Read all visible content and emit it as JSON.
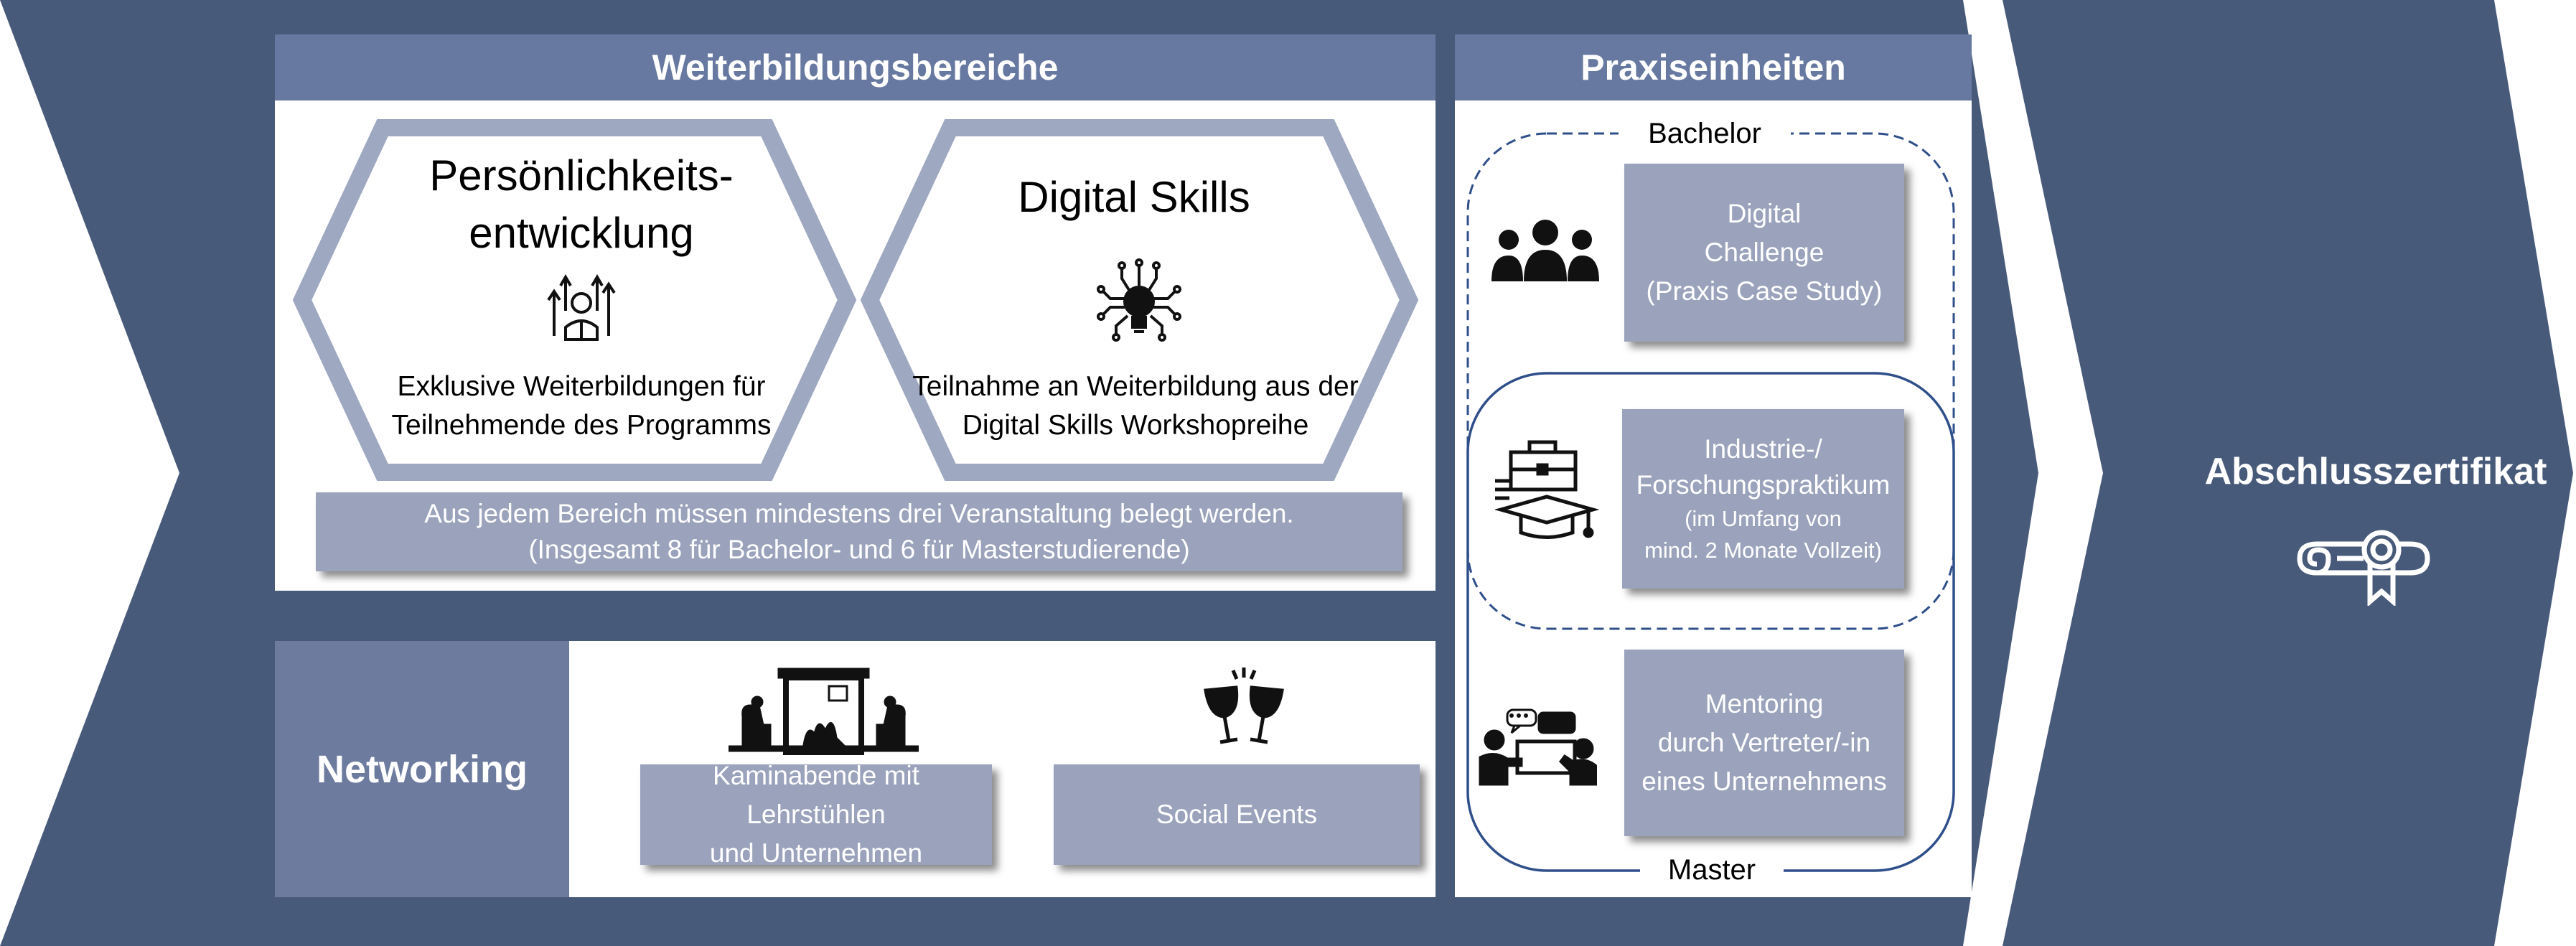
{
  "weiterbildung": {
    "title": "Weiterbildungsbereiche",
    "hex1": {
      "title_line1": "Persönlichkeits-",
      "title_line2": "entwicklung",
      "desc_line1": "Exklusive Weiterbildungen für",
      "desc_line2": "Teilnehmende des Programms"
    },
    "hex2": {
      "title": "Digital Skills",
      "desc_line1": "Teilnahme an Weiterbildung aus der",
      "desc_line2": "Digital Skills Workshopreihe"
    },
    "rule_line1": "Aus jedem Bereich müssen mindestens drei Veranstaltung belegt werden.",
    "rule_line2": "(Insgesamt 8 für Bachelor- und 6 für Masterstudierende)"
  },
  "networking": {
    "title": "Networking",
    "item1_line1": "Kaminabende mit Lehrstühlen",
    "item1_line2": "und Unternehmen",
    "item2": "Social Events"
  },
  "praxis": {
    "title": "Praxiseinheiten",
    "bachelor_label": "Bachelor",
    "master_label": "Master",
    "card1": {
      "line1": "Digital",
      "line2": "Challenge",
      "line3": "(Praxis Case Study)"
    },
    "card2": {
      "line1": "Industrie-/",
      "line2": "Forschungspraktikum",
      "line3": "(im Umfang von",
      "line4": "mind. 2 Monate Vollzeit)"
    },
    "card3": {
      "line1": "Mentoring",
      "line2": "durch Vertreter/-in",
      "line3": "eines Unternehmens"
    }
  },
  "final": {
    "title": "Abschlusszertifikat"
  },
  "colors": {
    "arrow": "#485a79",
    "header": "#6779a0",
    "box": "#9aa3bb",
    "hexagon": "#9ea8c0",
    "networking_panel": "#6d7b9e"
  }
}
